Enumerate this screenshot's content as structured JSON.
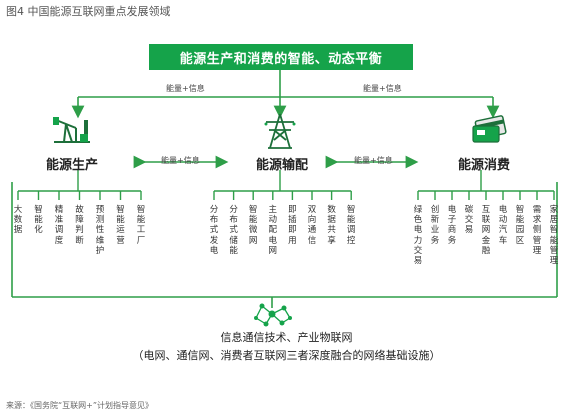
{
  "figure_title": "图4 中国能源互联网重点发展领域",
  "top_banner": "能源生产和消费的智能、动态平衡",
  "flow_label": "能量+信息",
  "nodes": [
    {
      "label": "能源生产",
      "icon": "oil-pump-icon",
      "items": [
        "大数据",
        "智能化",
        "精准调度",
        "故障判断",
        "预测性维护",
        "智能运营",
        "智能工厂"
      ]
    },
    {
      "label": "能源输配",
      "icon": "power-tower-icon",
      "items": [
        "分布式发电",
        "分布式储能",
        "智能微网",
        "主动配电网",
        "即插即用",
        "双向通信",
        "数据共享",
        "智能调控"
      ]
    },
    {
      "label": "能源消费",
      "icon": "energy-cards-icon",
      "items": [
        "绿色电力交易",
        "创新业务",
        "电子商务",
        "碳交易",
        "互联网金融",
        "电动汽车",
        "智能园区",
        "需求侧管理",
        "家居智能管理"
      ]
    }
  ],
  "bottom_line1": "信息通信技术、产业物联网",
  "bottom_line2": "（电网、通信网、消费者互联网三者深度融合的网络基础设施）",
  "bottom_icon": "network-molecule-icon",
  "source": "来源：《国务院“互联网+”计划指导意见》",
  "colors": {
    "accent": "#15a34a",
    "line": "#2e9e48"
  }
}
